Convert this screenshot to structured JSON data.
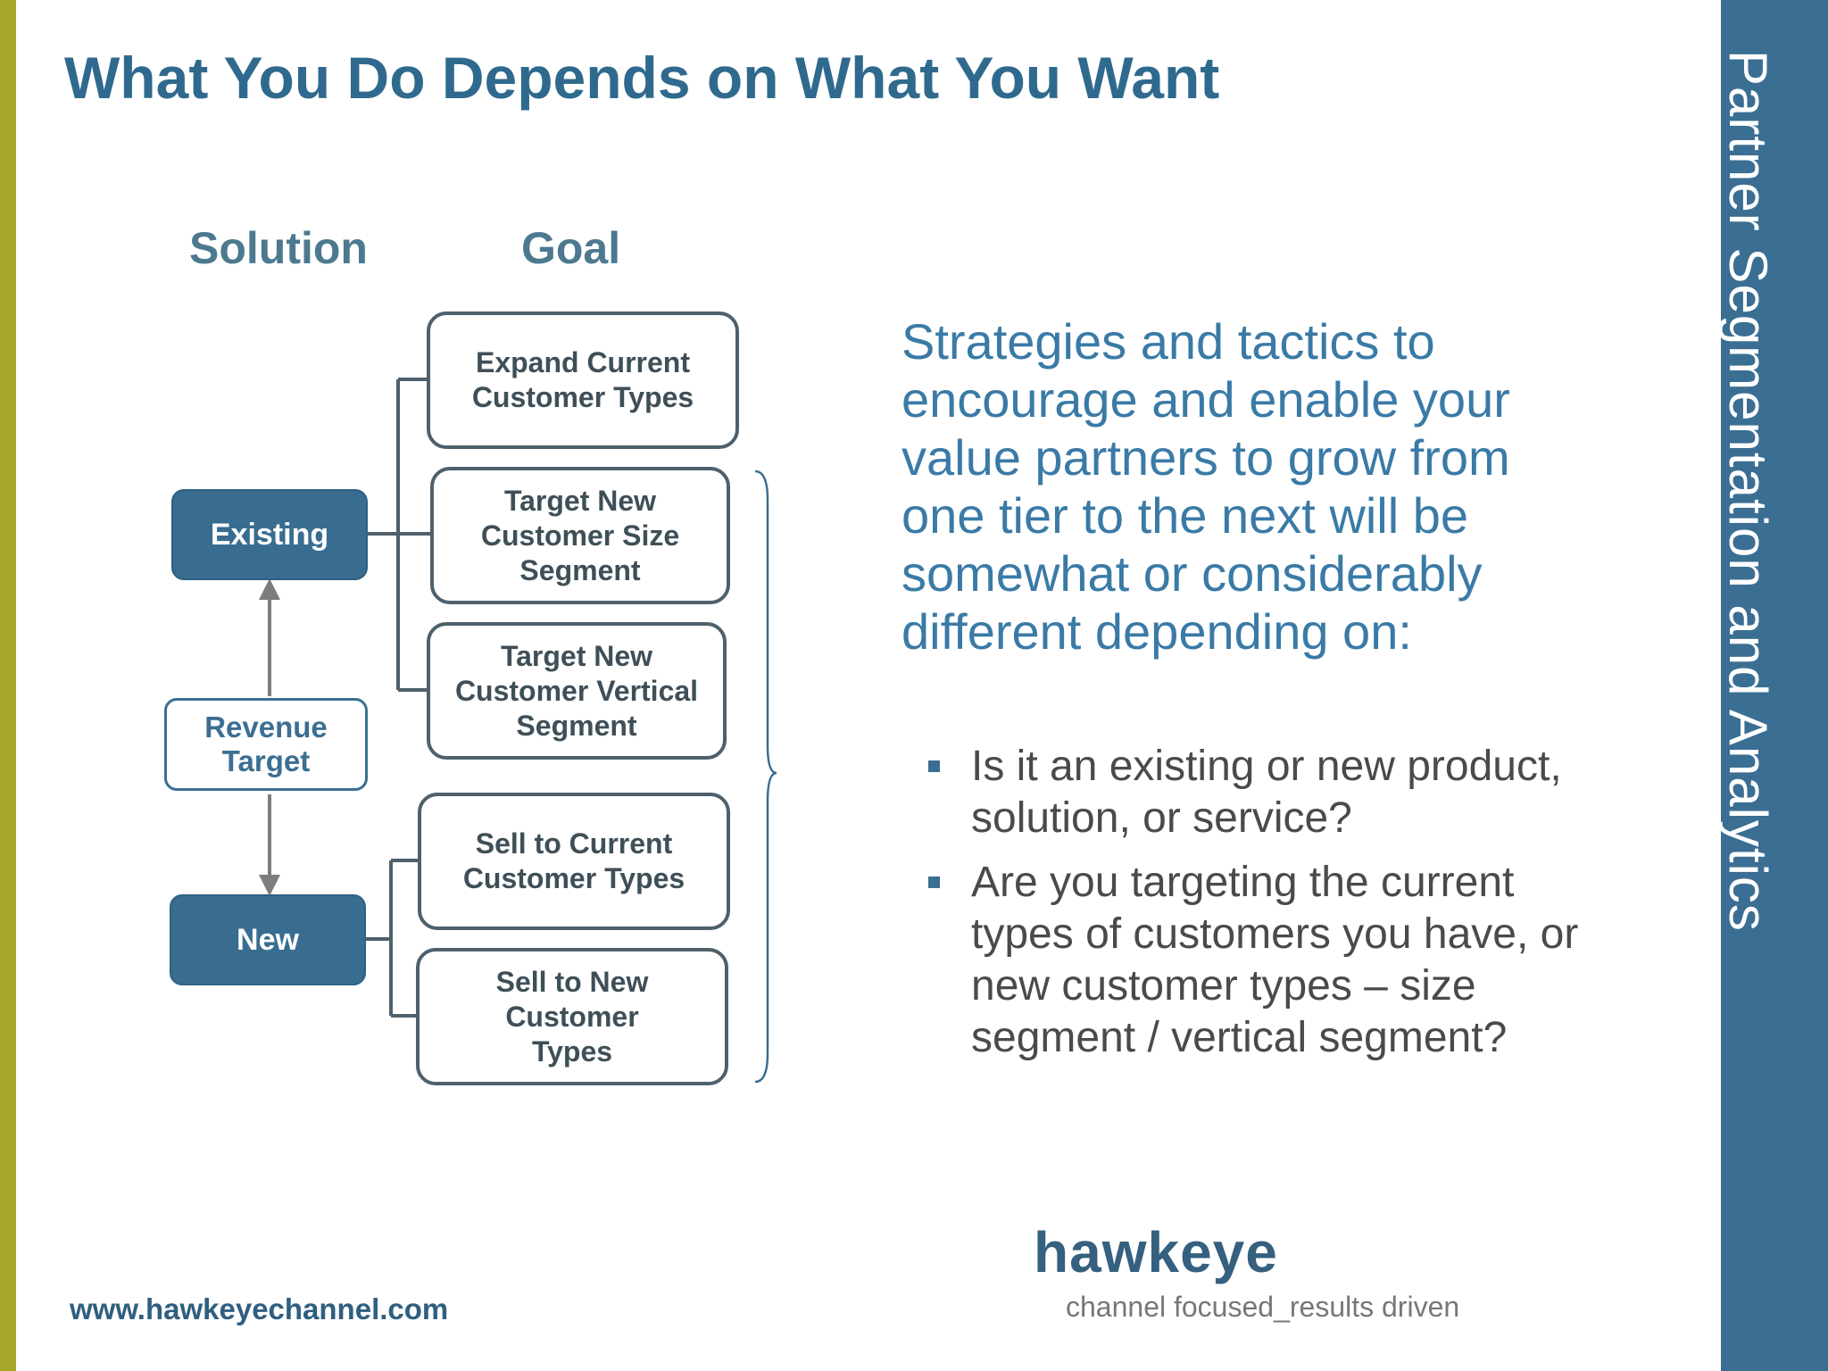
{
  "slide": {
    "title": "What You Do Depends on What You Want",
    "side_title": "Partner Segmentation and Analytics",
    "url": "www.hawkeyechannel.com",
    "accent_colors": {
      "olive": "#a6a72a",
      "blue": "#3b6e93",
      "text_blue": "#3a7aa6"
    }
  },
  "diagram": {
    "solution_header": "Solution",
    "goal_header": "Goal",
    "solutions": {
      "existing": "Existing",
      "revenue_target": "Revenue\nTarget",
      "new": "New"
    },
    "goals": [
      "Expand Current\nCustomer Types",
      "Target New\nCustomer Size\nSegment",
      "Target New\nCustomer Vertical\nSegment",
      "Sell to Current\nCustomer Types",
      "Sell to New\nCustomer\nTypes"
    ]
  },
  "content": {
    "intro": "Strategies and tactics  to encourage and enable your value partners to grow from one tier to the next will be somewhat or considerably different depending on:",
    "bullets": [
      "Is it an existing or new product, solution, or service?",
      "Are you targeting the current types of customers you have, or new customer types – size segment / vertical segment?"
    ]
  },
  "logo": {
    "name": "hawkeye",
    "tagline": "channel focused_results driven"
  }
}
